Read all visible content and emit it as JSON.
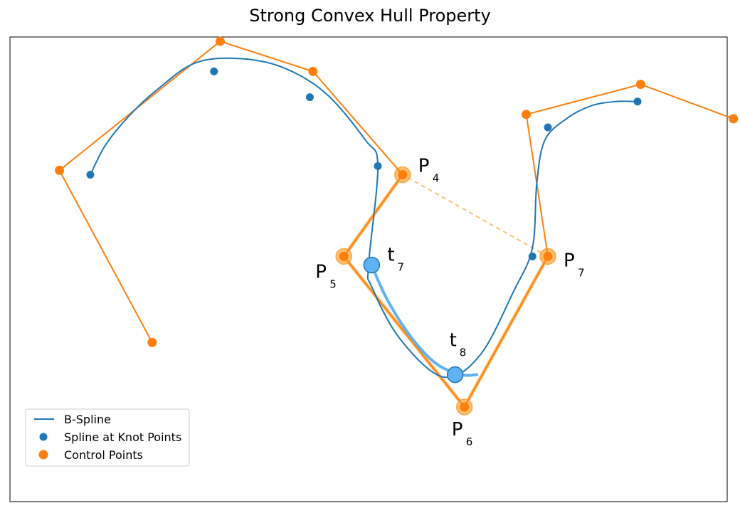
{
  "chart_data": {
    "type": "line",
    "title": "Strong Convex Hull Property",
    "xlabel": "",
    "ylabel": "",
    "xlim": [
      -0.8,
      10.8
    ],
    "ylim": [
      -5.4,
      5.4
    ],
    "grid": false,
    "axes_ticks": false,
    "legend_position": "lower-left",
    "colors": {
      "spline": "#1f77b4",
      "control": "#ff7f0e",
      "hull": "#fdbf6f",
      "highlight": "#5fb3f5"
    },
    "series": [
      {
        "name": "B-Spline",
        "kind": "line",
        "x": [
          0.5,
          0.75,
          1.15,
          1.6,
          2.2,
          2.9,
          3.6,
          4.3,
          4.95,
          5.15,
          5.0,
          5.05,
          5.5,
          6.2,
          6.8,
          7.35,
          7.65,
          7.72,
          7.85,
          8.2,
          8.6,
          9.0,
          9.3
        ],
        "y": [
          2.2,
          2.9,
          3.6,
          4.2,
          4.8,
          4.9,
          4.7,
          4.1,
          3.0,
          2.4,
          0.1,
          -0.4,
          -1.6,
          -2.5,
          -2.0,
          -0.5,
          0.5,
          2.0,
          3.0,
          3.5,
          3.8,
          3.9,
          3.9
        ]
      },
      {
        "name": "Spline at Knot Points",
        "kind": "scatter",
        "x": [
          0.5,
          2.5,
          4.05,
          5.15,
          7.65,
          7.9,
          9.35
        ],
        "y": [
          2.2,
          4.6,
          4.0,
          2.4,
          0.3,
          3.3,
          3.9
        ]
      },
      {
        "name": "Control Points",
        "kind": "line+scatter",
        "x": [
          1.5,
          0.0,
          2.6,
          4.1,
          5.55,
          4.6,
          6.55,
          7.9,
          7.55,
          9.4,
          10.9
        ],
        "y": [
          -1.7,
          2.3,
          5.3,
          4.6,
          2.2,
          0.3,
          -3.2,
          0.3,
          3.6,
          4.3,
          3.5
        ]
      }
    ],
    "hull": {
      "points": [
        {
          "label": "P",
          "sub": "4",
          "x": 5.55,
          "y": 2.2
        },
        {
          "label": "P",
          "sub": "5",
          "x": 4.6,
          "y": 0.3
        },
        {
          "label": "P",
          "sub": "6",
          "x": 6.55,
          "y": -3.2
        },
        {
          "label": "P",
          "sub": "7",
          "x": 7.9,
          "y": 0.3
        }
      ]
    },
    "segment": {
      "x": [
        5.05,
        5.3,
        5.7,
        6.1,
        6.5,
        6.75
      ],
      "y": [
        0.1,
        -0.7,
        -1.6,
        -2.2,
        -2.45,
        -2.45
      ],
      "knots": [
        {
          "label": "t",
          "sub": "7",
          "x": 5.05,
          "y": 0.1
        },
        {
          "label": "t",
          "sub": "8",
          "x": 6.4,
          "y": -2.45
        }
      ]
    }
  }
}
